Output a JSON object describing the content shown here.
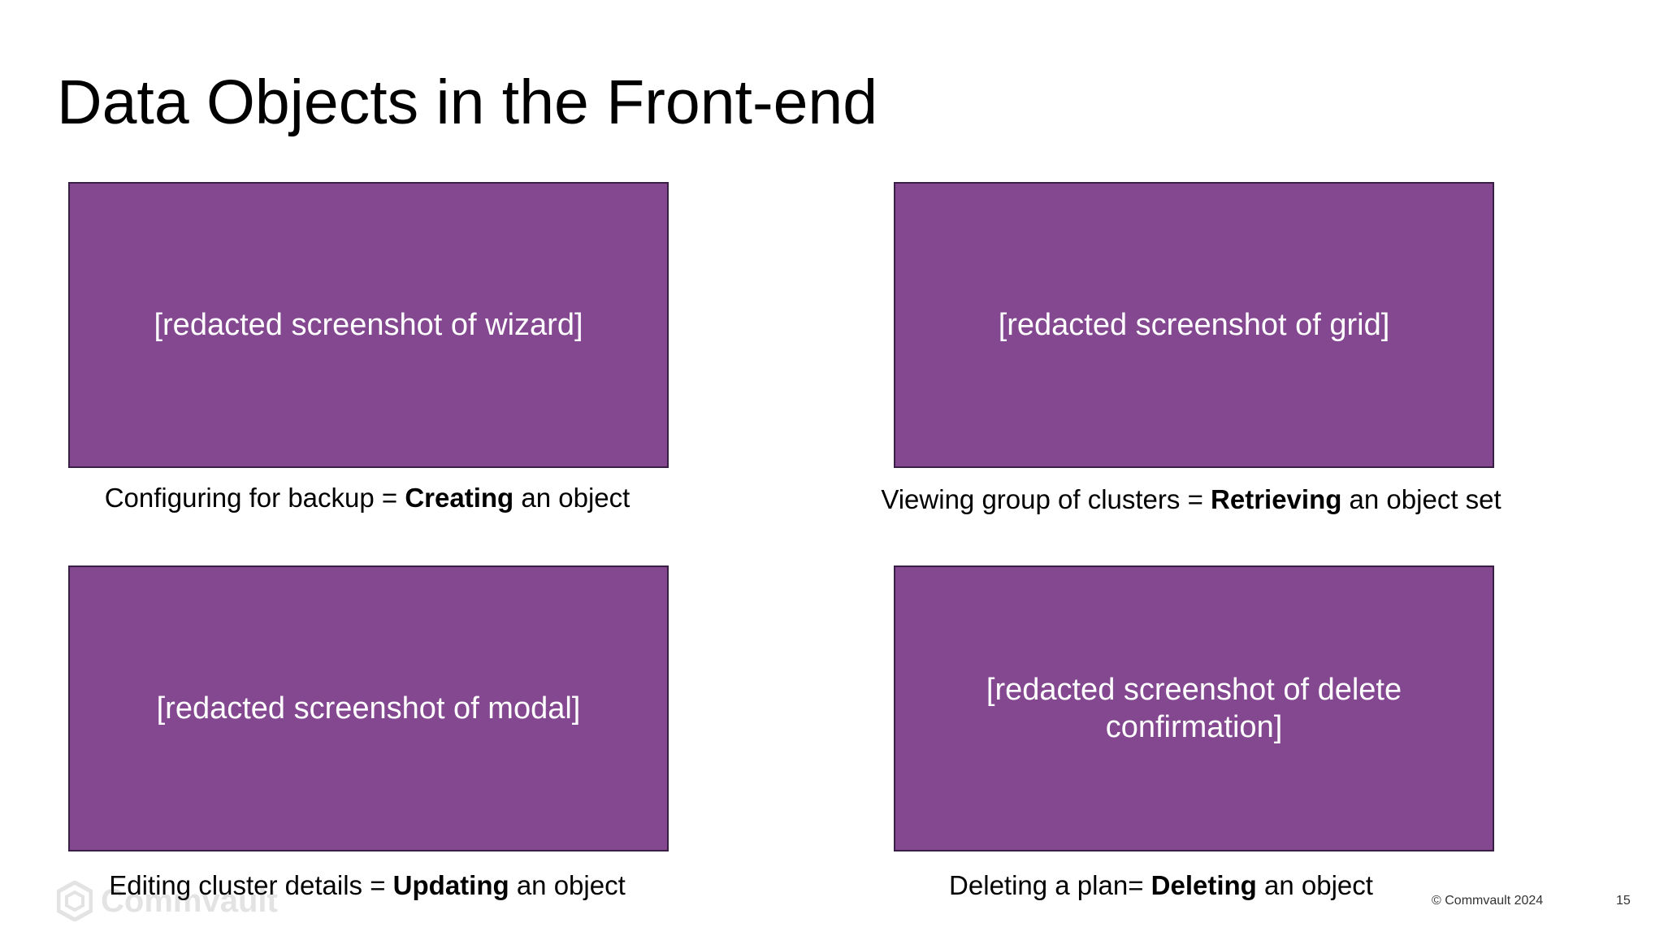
{
  "title": "Data Objects in the Front-end",
  "panels": [
    {
      "text": "[redacted screenshot of wizard]"
    },
    {
      "text": "[redacted screenshot of grid]"
    },
    {
      "text": "[redacted screenshot of modal]"
    },
    {
      "text": "[redacted screenshot of delete confirmation]"
    }
  ],
  "captions": [
    {
      "prefix": "Configuring for backup = ",
      "bold": "Creating",
      "suffix": " an object"
    },
    {
      "prefix": "Viewing group of clusters = ",
      "bold": "Retrieving",
      "suffix": " an object set"
    },
    {
      "prefix": "Editing cluster details = ",
      "bold": "Updating",
      "suffix": " an object"
    },
    {
      "prefix": "Deleting a plan= ",
      "bold": "Deleting",
      "suffix": " an object"
    }
  ],
  "footer": {
    "logo_text": "Commvault",
    "copyright": "© Commvault 2024",
    "page_number": "15"
  },
  "colors": {
    "panel_fill": "#844891",
    "panel_border": "#3a1f45"
  }
}
